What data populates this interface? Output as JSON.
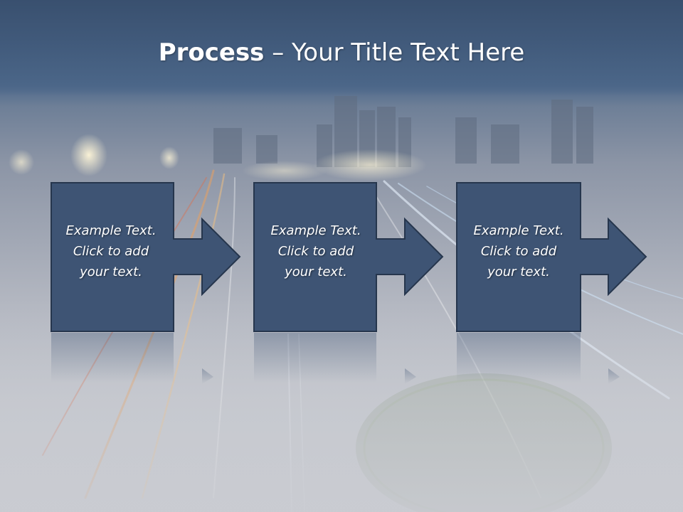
{
  "slide": {
    "title_bold": "Process",
    "title_rest": " – Your Title Text Here",
    "steps": [
      {
        "lines": [
          "Example Text.",
          "Click  to add",
          "your text."
        ]
      },
      {
        "lines": [
          "Example Text.",
          "Click  to add",
          "your text."
        ]
      },
      {
        "lines": [
          "Example Text.",
          "Click  to add",
          "your text."
        ]
      }
    ]
  },
  "colors": {
    "box_fill": "#3e5474",
    "box_stroke": "#2a3a52",
    "title_text": "#ffffff",
    "body_text": "#ffffff"
  }
}
